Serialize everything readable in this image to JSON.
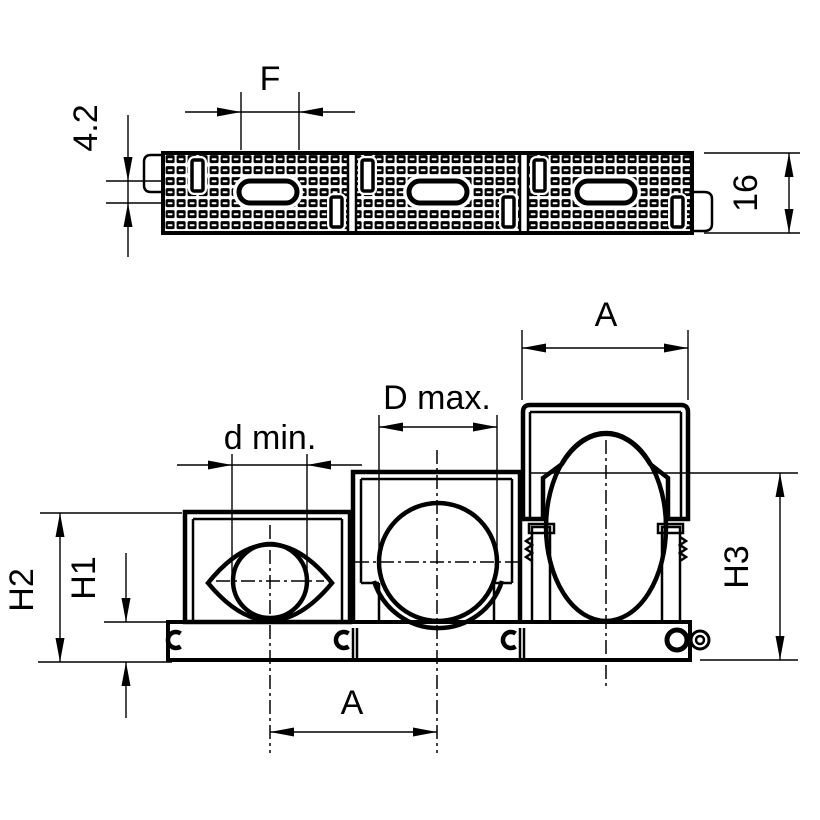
{
  "drawing": {
    "colors": {
      "line": "#000000",
      "background": "#ffffff",
      "hatch": "#000000"
    },
    "top_view": {
      "dim_slot_length": "F",
      "dim_slot_width": "4.2",
      "dim_strip_height": "16"
    },
    "front_view": {
      "dim_width_top": "A",
      "dim_diameter_max": "D max.",
      "dim_diameter_min": "d min.",
      "dim_height_h1": "H1",
      "dim_height_h2": "H2",
      "dim_height_h3": "H3",
      "dim_spacing_bottom": "A"
    }
  }
}
